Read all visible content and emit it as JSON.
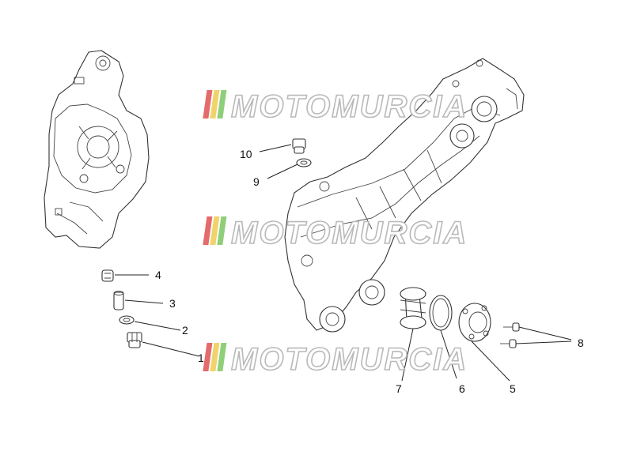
{
  "watermark": {
    "text": "MOTOMURCIA",
    "stripe_colors": [
      "#e46b6b",
      "#f0d36a",
      "#8fcf7a"
    ]
  },
  "callouts": [
    {
      "id": "1",
      "label": "1"
    },
    {
      "id": "2",
      "label": "2"
    },
    {
      "id": "3",
      "label": "3"
    },
    {
      "id": "4",
      "label": "4"
    },
    {
      "id": "5",
      "label": "5"
    },
    {
      "id": "6",
      "label": "6"
    },
    {
      "id": "7",
      "label": "7"
    },
    {
      "id": "8",
      "label": "8"
    },
    {
      "id": "9",
      "label": "9"
    },
    {
      "id": "10",
      "label": "10"
    }
  ]
}
